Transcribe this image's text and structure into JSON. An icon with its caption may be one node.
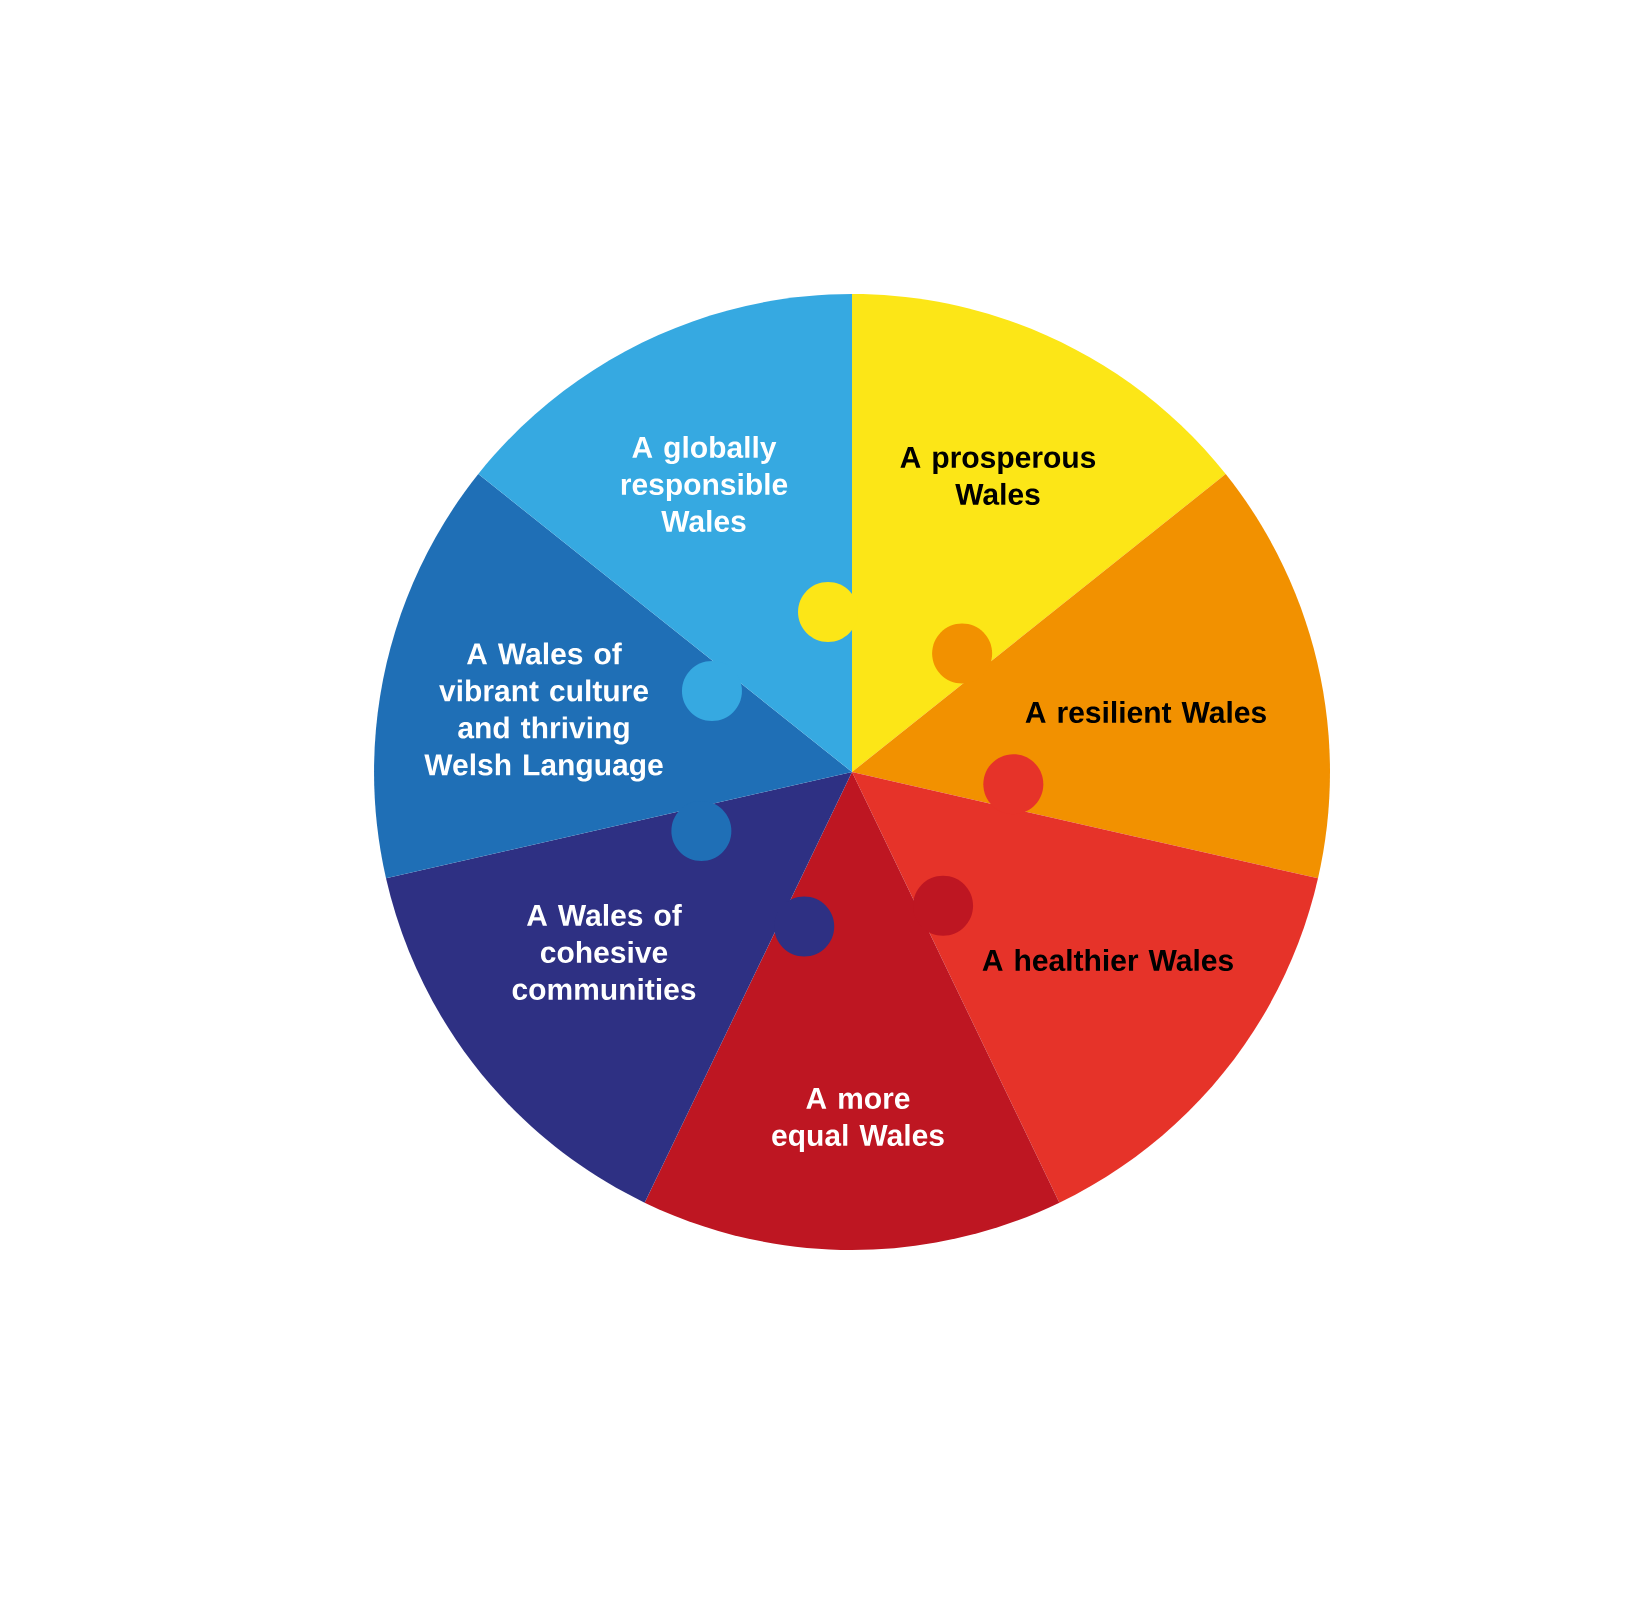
{
  "diagram": {
    "nodes": [
      {
        "text": [
          "A prosperous Wales"
        ]
      },
      {
        "text": [
          "A resilient Wales"
        ]
      },
      {
        "text": [
          "A healthier Wales"
        ]
      },
      {
        "text": [
          "A more equal Wales"
        ]
      },
      {
        "text": [
          "A Wales of cohesive communities"
        ]
      },
      {
        "text": [
          "A Wales of vibrant culture and thriving Welsh Language"
        ]
      },
      {
        "text": [
          "A globally responsible Wales"
        ]
      }
    ]
  }
}
